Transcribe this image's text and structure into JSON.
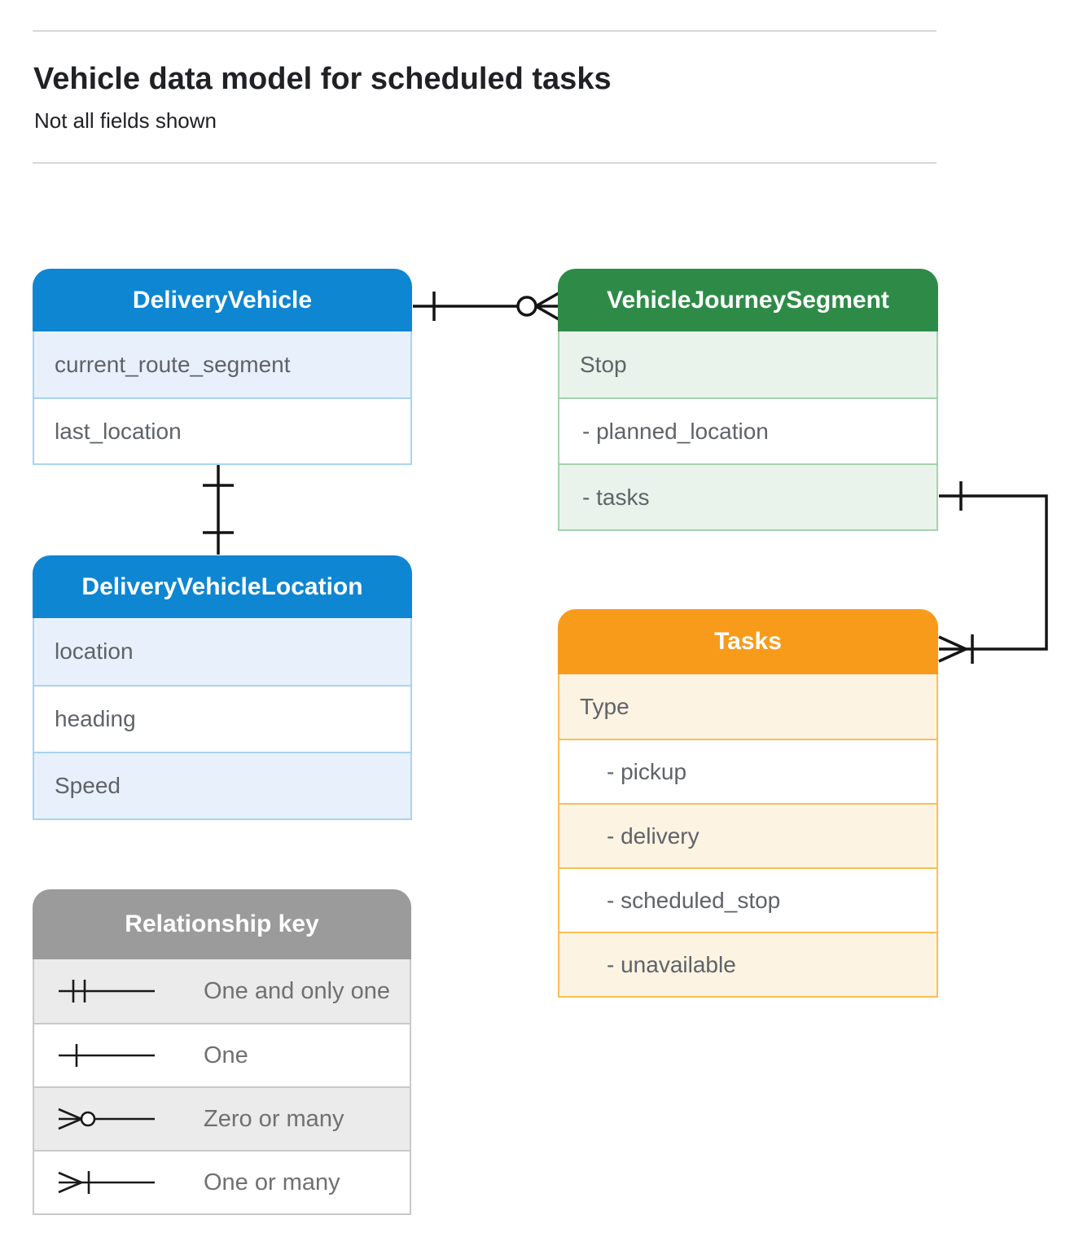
{
  "header": {
    "title": "Vehicle data model for scheduled tasks",
    "subtitle": "Not all fields shown"
  },
  "entities": {
    "delivery_vehicle": {
      "title": "DeliveryVehicle",
      "rows": [
        "current_route_segment",
        "last_location"
      ]
    },
    "vehicle_journey_segment": {
      "title": "VehicleJourneySegment",
      "rows": [
        "Stop",
        "- planned_location",
        "- tasks"
      ]
    },
    "delivery_vehicle_location": {
      "title": "DeliveryVehicleLocation",
      "rows": [
        "location",
        "heading",
        "Speed"
      ]
    },
    "tasks": {
      "title": "Tasks",
      "rows": [
        "Type",
        "- pickup",
        "- delivery",
        "- scheduled_stop",
        "- unavailable"
      ]
    }
  },
  "legend": {
    "title": "Relationship key",
    "items": [
      {
        "symbol": "one-and-only-one",
        "label": "One and only one"
      },
      {
        "symbol": "one",
        "label": "One"
      },
      {
        "symbol": "zero-or-many",
        "label": "Zero or many"
      },
      {
        "symbol": "one-or-many",
        "label": "One or many"
      }
    ]
  },
  "connectors": [
    {
      "from": "DeliveryVehicle",
      "to": "VehicleJourneySegment",
      "from_end": "one",
      "to_end": "zero-or-many"
    },
    {
      "from": "DeliveryVehicle",
      "to": "DeliveryVehicleLocation",
      "from_end": "one",
      "to_end": "one"
    },
    {
      "from": "VehicleJourneySegment.tasks",
      "to": "Tasks",
      "from_end": "one",
      "to_end": "one-or-many"
    }
  ],
  "colors": {
    "blue_header": "#0e86d2",
    "blue_tint": "#e8f1fb",
    "blue_border": "#a9d3f2",
    "green_header": "#2e8b47",
    "green_tint": "#e9f3eb",
    "green_border": "#a4d2ae",
    "orange_header": "#f89b1b",
    "orange_tint": "#fdf3e3",
    "orange_border": "#f7c055",
    "gray_header": "#9b9b9b",
    "gray_tint": "#ebebeb",
    "gray_border": "#c9c9c9",
    "text_dark": "#202124",
    "text_field": "#5f6368",
    "text_legend": "#707070",
    "rule": "#d8d8d8",
    "connector": "#141414"
  }
}
